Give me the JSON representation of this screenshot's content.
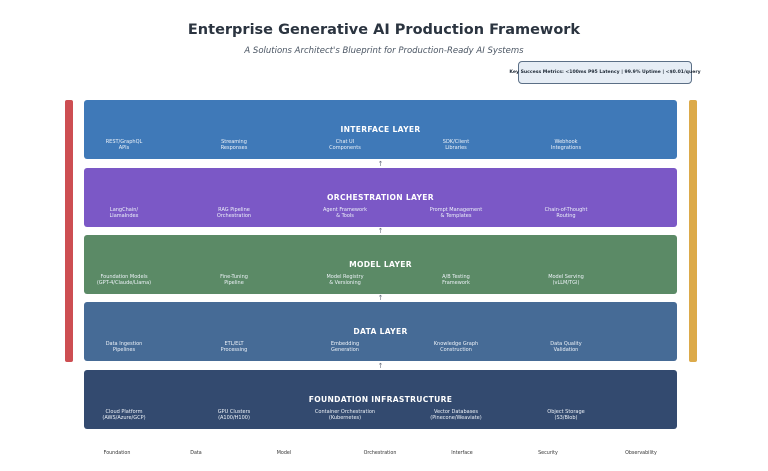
{
  "title": "Enterprise Generative AI Production Framework",
  "subtitle": "A Solutions Architect's Blueprint for Production-Ready AI Systems",
  "metrics": "Key Success Metrics: <100ms P95 Latency | 99.9% Uptime | <$0.01/query",
  "colors": {
    "interface": "#3f79b8",
    "orchestration": "#7b58c6",
    "model": "#5b8a66",
    "data": "#466b96",
    "foundation": "#334a6f",
    "left_bar": "#cd4e52",
    "right_bar": "#dcaa4a"
  },
  "layers": [
    {
      "name": "INTERFACE LAYER",
      "components": [
        "REST/GraphQL\nAPIs",
        "Streaming\nResponses",
        "Chat UI\nComponents",
        "SDK/Client\nLibraries",
        "Webhook\nIntegrations"
      ]
    },
    {
      "name": "ORCHESTRATION LAYER",
      "components": [
        "LangChain/\nLlamaIndex",
        "RAG Pipeline\nOrchestration",
        "Agent Framework\n& Tools",
        "Prompt Management\n& Templates",
        "Chain-of-Thought\nRouting"
      ]
    },
    {
      "name": "MODEL LAYER",
      "components": [
        "Foundation Models\n(GPT-4/Claude/Llama)",
        "Fine-Tuning\nPipeline",
        "Model Registry\n& Versioning",
        "A/B Testing\nFramework",
        "Model Serving\n(vLLM/TGI)"
      ]
    },
    {
      "name": "DATA LAYER",
      "components": [
        "Data Ingestion\nPipelines",
        "ETL/ELT\nProcessing",
        "Embedding\nGeneration",
        "Knowledge Graph\nConstruction",
        "Data Quality\nValidation"
      ]
    },
    {
      "name": "FOUNDATION INFRASTRUCTURE",
      "components": [
        "Cloud Platform\n(AWS/Azure/GCP)",
        "GPU Clusters\n(A100/H100)",
        "Container Orchestration\n(Kubernetes)",
        "Vector Databases\n(Pinecone/Weaviate)",
        "Object Storage\n(S3/Blob)"
      ]
    }
  ],
  "footer": [
    "Foundation",
    "Data",
    "Model",
    "Orchestration",
    "Interface",
    "Security",
    "Observability"
  ],
  "arrow_icon": "up-arrow-icon"
}
